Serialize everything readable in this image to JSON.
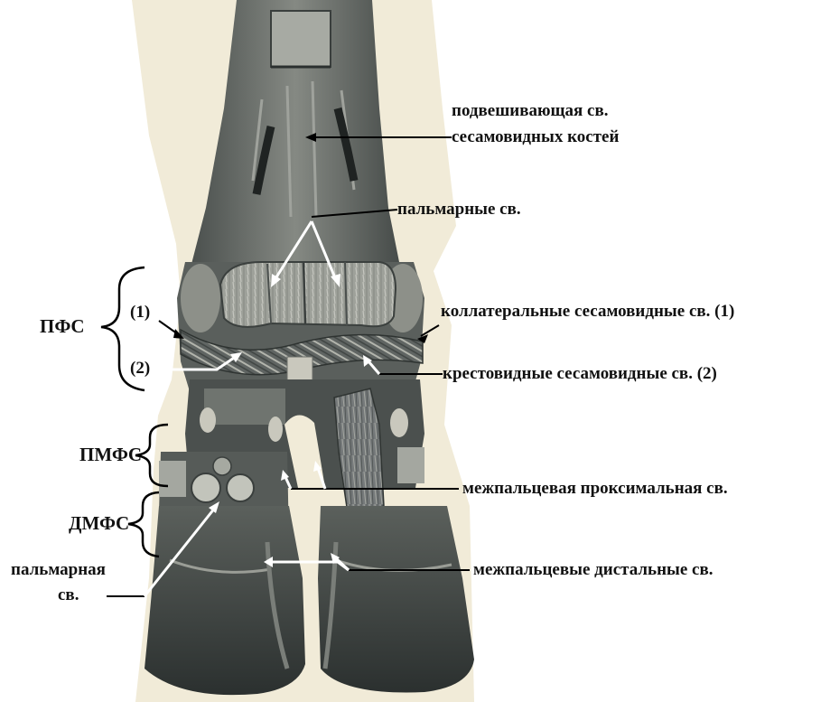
{
  "labels": {
    "suspensory": [
      "подвешивающая св.",
      "сесамовидных костей"
    ],
    "palmar_ligs": "пальмарные св.",
    "collateral": "коллатеральные сесамовидные св. (1)",
    "cruciate": "крестовидные сесамовидные св. (2)",
    "interdigital_proximal": "межпальцевая проксимальная св.",
    "interdigital_distal": "межпальцевые дистальные св.",
    "palmar_lig": [
      "пальмарная",
      "св."
    ],
    "marker_1": "(1)",
    "marker_2": "(2)"
  },
  "joints": {
    "pfs": "ПФС",
    "pmfs": "ПМФС",
    "dmfs": "ДМФС"
  },
  "colors": {
    "background": "#ffffff",
    "paper": "#f1ebd8",
    "tissue_dark": "#3e4342",
    "tissue_mid": "#6c716d",
    "tissue_light": "#b7b9b0",
    "label_text": "#111111",
    "arrow_white": "#ffffff",
    "arrow_black": "#000000"
  }
}
